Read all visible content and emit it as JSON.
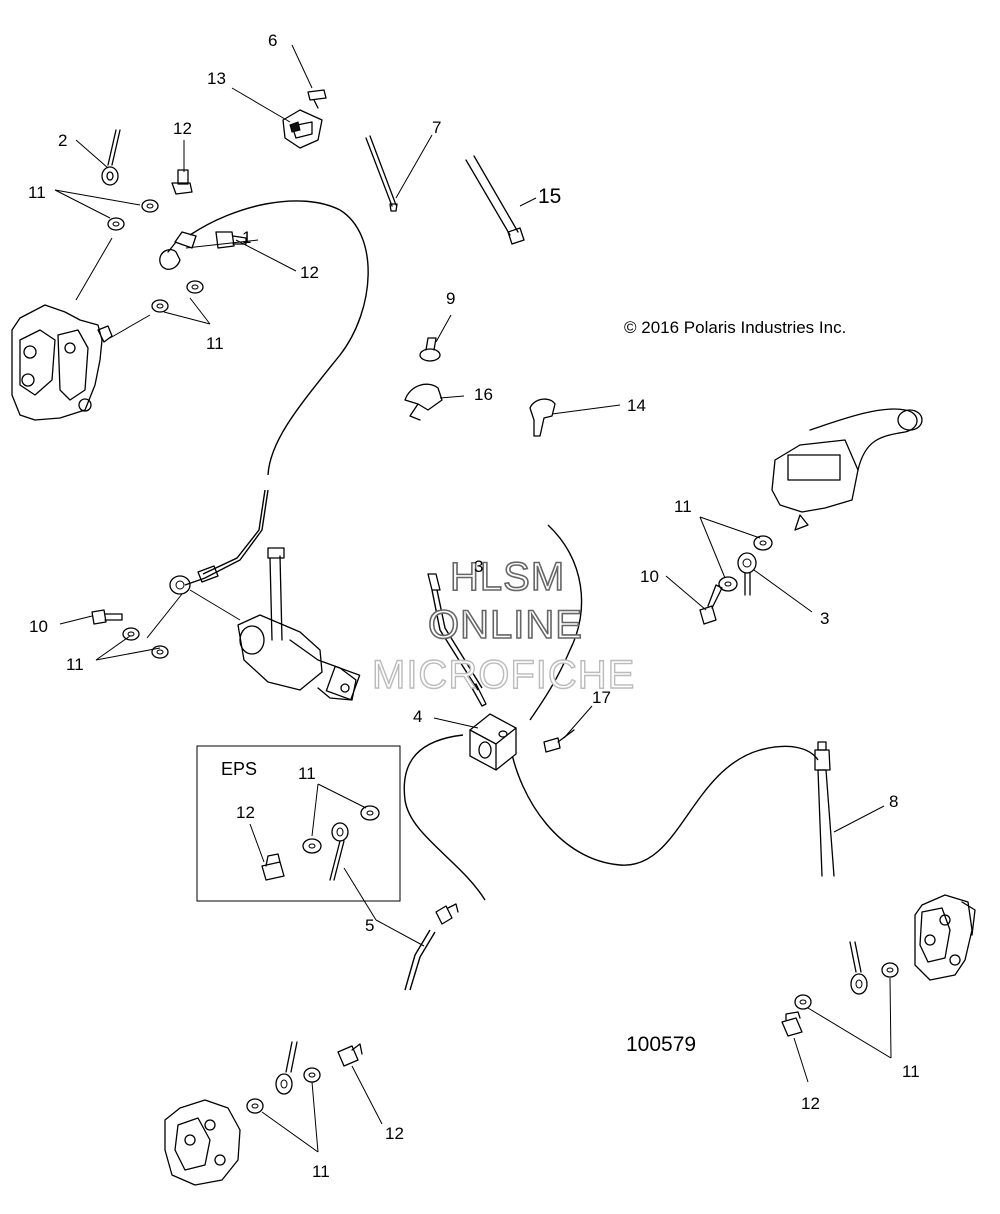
{
  "copyright": "© 2016 Polaris Industries Inc.",
  "diagram_number": "100579",
  "inset_title": "EPS",
  "watermark": {
    "line1": "HLSM",
    "line2": "ONLINE",
    "line3": "MICROFICHE"
  },
  "callouts": {
    "c1": "1",
    "c2": "2",
    "c3a": "3",
    "c3b": "3",
    "c4": "4",
    "c5": "5",
    "c6": "6",
    "c7": "7",
    "c8": "8",
    "c9": "9",
    "c10a": "10",
    "c10b": "10",
    "c11a": "11",
    "c11b": "11",
    "c11c": "11",
    "c11d": "11",
    "c11e": "11",
    "c11f": "11",
    "c11g": "11",
    "c12a": "12",
    "c12b": "12",
    "c12c": "12",
    "c12d": "12",
    "c12e": "12",
    "c13": "13",
    "c14": "14",
    "c15": "15",
    "c16": "16",
    "c17": "17"
  }
}
